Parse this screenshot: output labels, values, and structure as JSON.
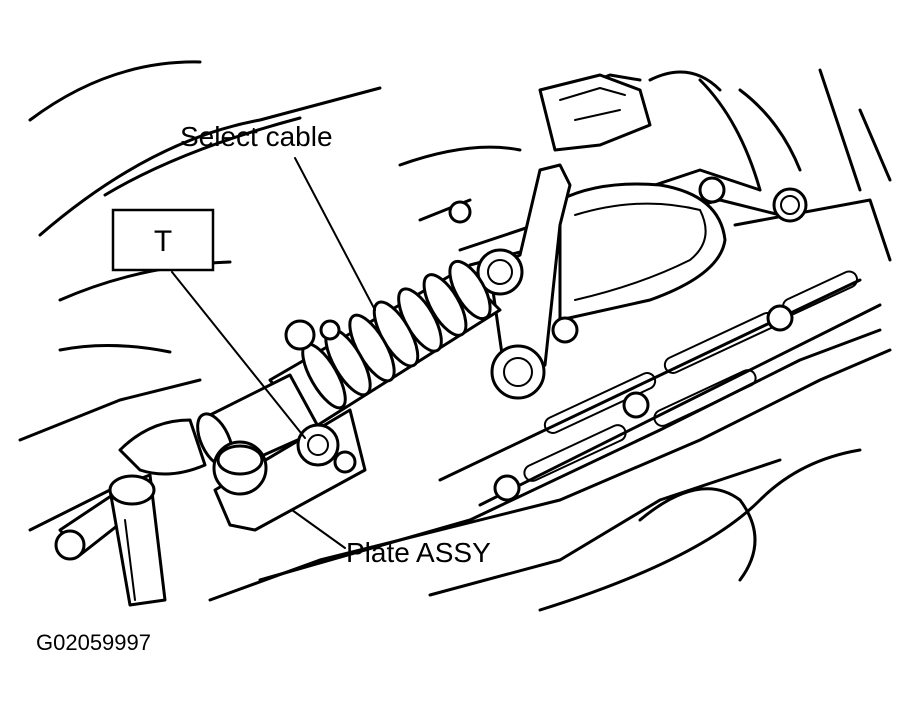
{
  "labels": {
    "select_cable": "Select cable",
    "tool": "T",
    "plate_assy": "Plate ASSY",
    "figure_id": "G02059997"
  }
}
